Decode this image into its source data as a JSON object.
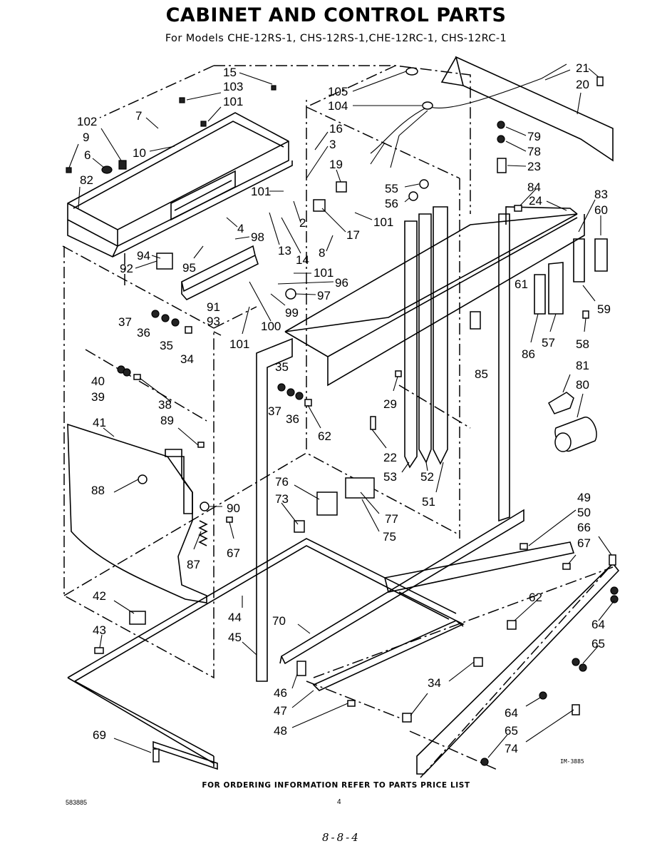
{
  "title": "CABINET AND CONTROL PARTS",
  "subtitle": "For Models CHE-12RS-1, CHS-12RS-1,CHE-12RC-1, CHS-12RC-1",
  "footer": {
    "ordering_note": "FOR ORDERING INFORMATION REFER TO PARTS PRICE LIST",
    "doc_number": "583885",
    "page_number": "4",
    "illustration_ref": "IM-3885",
    "handwritten_note": "8-8-4"
  },
  "part_callouts": [
    {
      "label": "15"
    },
    {
      "label": "103"
    },
    {
      "label": "101"
    },
    {
      "label": "105"
    },
    {
      "label": "104"
    },
    {
      "label": "21"
    },
    {
      "label": "20"
    },
    {
      "label": "7"
    },
    {
      "label": "102"
    },
    {
      "label": "9"
    },
    {
      "label": "6"
    },
    {
      "label": "82"
    },
    {
      "label": "10"
    },
    {
      "label": "16"
    },
    {
      "label": "3"
    },
    {
      "label": "19"
    },
    {
      "label": "79"
    },
    {
      "label": "78"
    },
    {
      "label": "23"
    },
    {
      "label": "55"
    },
    {
      "label": "56"
    },
    {
      "label": "84"
    },
    {
      "label": "24"
    },
    {
      "label": "83"
    },
    {
      "label": "60"
    },
    {
      "label": "101"
    },
    {
      "label": "2"
    },
    {
      "label": "101"
    },
    {
      "label": "17"
    },
    {
      "label": "4"
    },
    {
      "label": "98"
    },
    {
      "label": "13"
    },
    {
      "label": "14"
    },
    {
      "label": "8"
    },
    {
      "label": "94"
    },
    {
      "label": "95"
    },
    {
      "label": "92"
    },
    {
      "label": "101"
    },
    {
      "label": "96"
    },
    {
      "label": "97"
    },
    {
      "label": "61"
    },
    {
      "label": "59"
    },
    {
      "label": "37"
    },
    {
      "label": "91"
    },
    {
      "label": "93"
    },
    {
      "label": "99"
    },
    {
      "label": "36"
    },
    {
      "label": "35"
    },
    {
      "label": "34"
    },
    {
      "label": "101"
    },
    {
      "label": "100"
    },
    {
      "label": "86"
    },
    {
      "label": "57"
    },
    {
      "label": "58"
    },
    {
      "label": "40"
    },
    {
      "label": "39"
    },
    {
      "label": "35"
    },
    {
      "label": "81"
    },
    {
      "label": "80"
    },
    {
      "label": "85"
    },
    {
      "label": "38"
    },
    {
      "label": "37"
    },
    {
      "label": "36"
    },
    {
      "label": "29"
    },
    {
      "label": "89"
    },
    {
      "label": "41"
    },
    {
      "label": "62"
    },
    {
      "label": "22"
    },
    {
      "label": "53"
    },
    {
      "label": "52"
    },
    {
      "label": "51"
    },
    {
      "label": "76"
    },
    {
      "label": "88"
    },
    {
      "label": "73"
    },
    {
      "label": "77"
    },
    {
      "label": "75"
    },
    {
      "label": "90"
    },
    {
      "label": "49"
    },
    {
      "label": "50"
    },
    {
      "label": "66"
    },
    {
      "label": "67"
    },
    {
      "label": "67"
    },
    {
      "label": "87"
    },
    {
      "label": "62"
    },
    {
      "label": "42"
    },
    {
      "label": "44"
    },
    {
      "label": "70"
    },
    {
      "label": "64"
    },
    {
      "label": "43"
    },
    {
      "label": "45"
    },
    {
      "label": "65"
    },
    {
      "label": "46"
    },
    {
      "label": "34"
    },
    {
      "label": "47"
    },
    {
      "label": "64"
    },
    {
      "label": "48"
    },
    {
      "label": "65"
    },
    {
      "label": "69"
    },
    {
      "label": "74"
    }
  ]
}
